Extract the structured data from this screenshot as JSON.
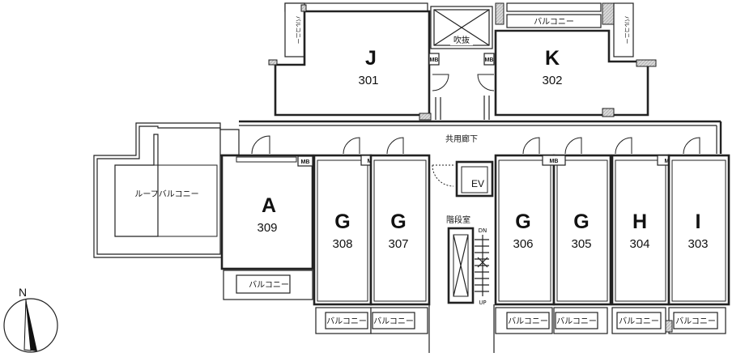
{
  "corridor_label": "共用廊下",
  "void_label": "吹抜",
  "stair_label": "階段室",
  "stair_dn": "DN",
  "stair_up": "UP",
  "elevator_label": "EV",
  "roof_balcony_label": "ルーフバルコニー",
  "balcony_label": "バルコニー",
  "meter_box_label": "MB",
  "compass_label": "N",
  "units": [
    {
      "type": "J",
      "number": "301"
    },
    {
      "type": "K",
      "number": "302"
    },
    {
      "type": "I",
      "number": "303"
    },
    {
      "type": "H",
      "number": "304"
    },
    {
      "type": "G",
      "number": "305"
    },
    {
      "type": "G",
      "number": "306"
    },
    {
      "type": "G",
      "number": "307"
    },
    {
      "type": "G",
      "number": "308"
    },
    {
      "type": "A",
      "number": "309"
    }
  ]
}
